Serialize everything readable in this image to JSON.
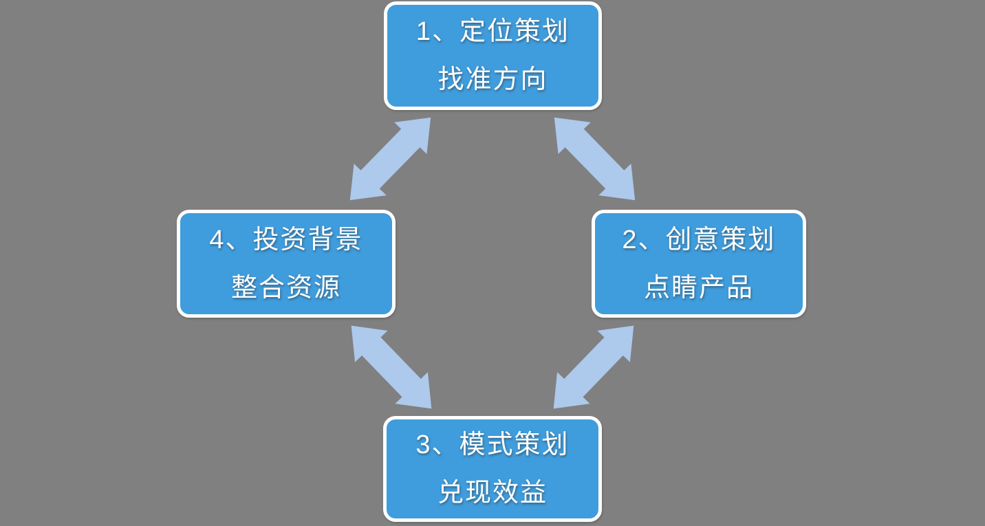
{
  "diagram": {
    "type": "cycle-diagram",
    "colors": {
      "background": "#808080",
      "node_fill": "#3F9DDD",
      "node_border": "#FFFFFF",
      "node_text": "#FFFFFF",
      "arrow_fill": "#ADC9EC"
    },
    "nodes": [
      {
        "id": "1",
        "position": "top",
        "line1": "1、定位策划",
        "line2": "找准方向"
      },
      {
        "id": "2",
        "position": "right",
        "line1": "2、创意策划",
        "line2": "点睛产品"
      },
      {
        "id": "3",
        "position": "bottom",
        "line1": "3、模式策划",
        "line2": "兑现效益"
      },
      {
        "id": "4",
        "position": "left",
        "line1": "4、投资背景",
        "line2": "整合资源"
      }
    ],
    "connections": [
      {
        "from": "1",
        "to": "4",
        "style": "double-headed-arrow"
      },
      {
        "from": "1",
        "to": "2",
        "style": "double-headed-arrow"
      },
      {
        "from": "4",
        "to": "3",
        "style": "double-headed-arrow"
      },
      {
        "from": "2",
        "to": "3",
        "style": "double-headed-arrow"
      }
    ]
  }
}
